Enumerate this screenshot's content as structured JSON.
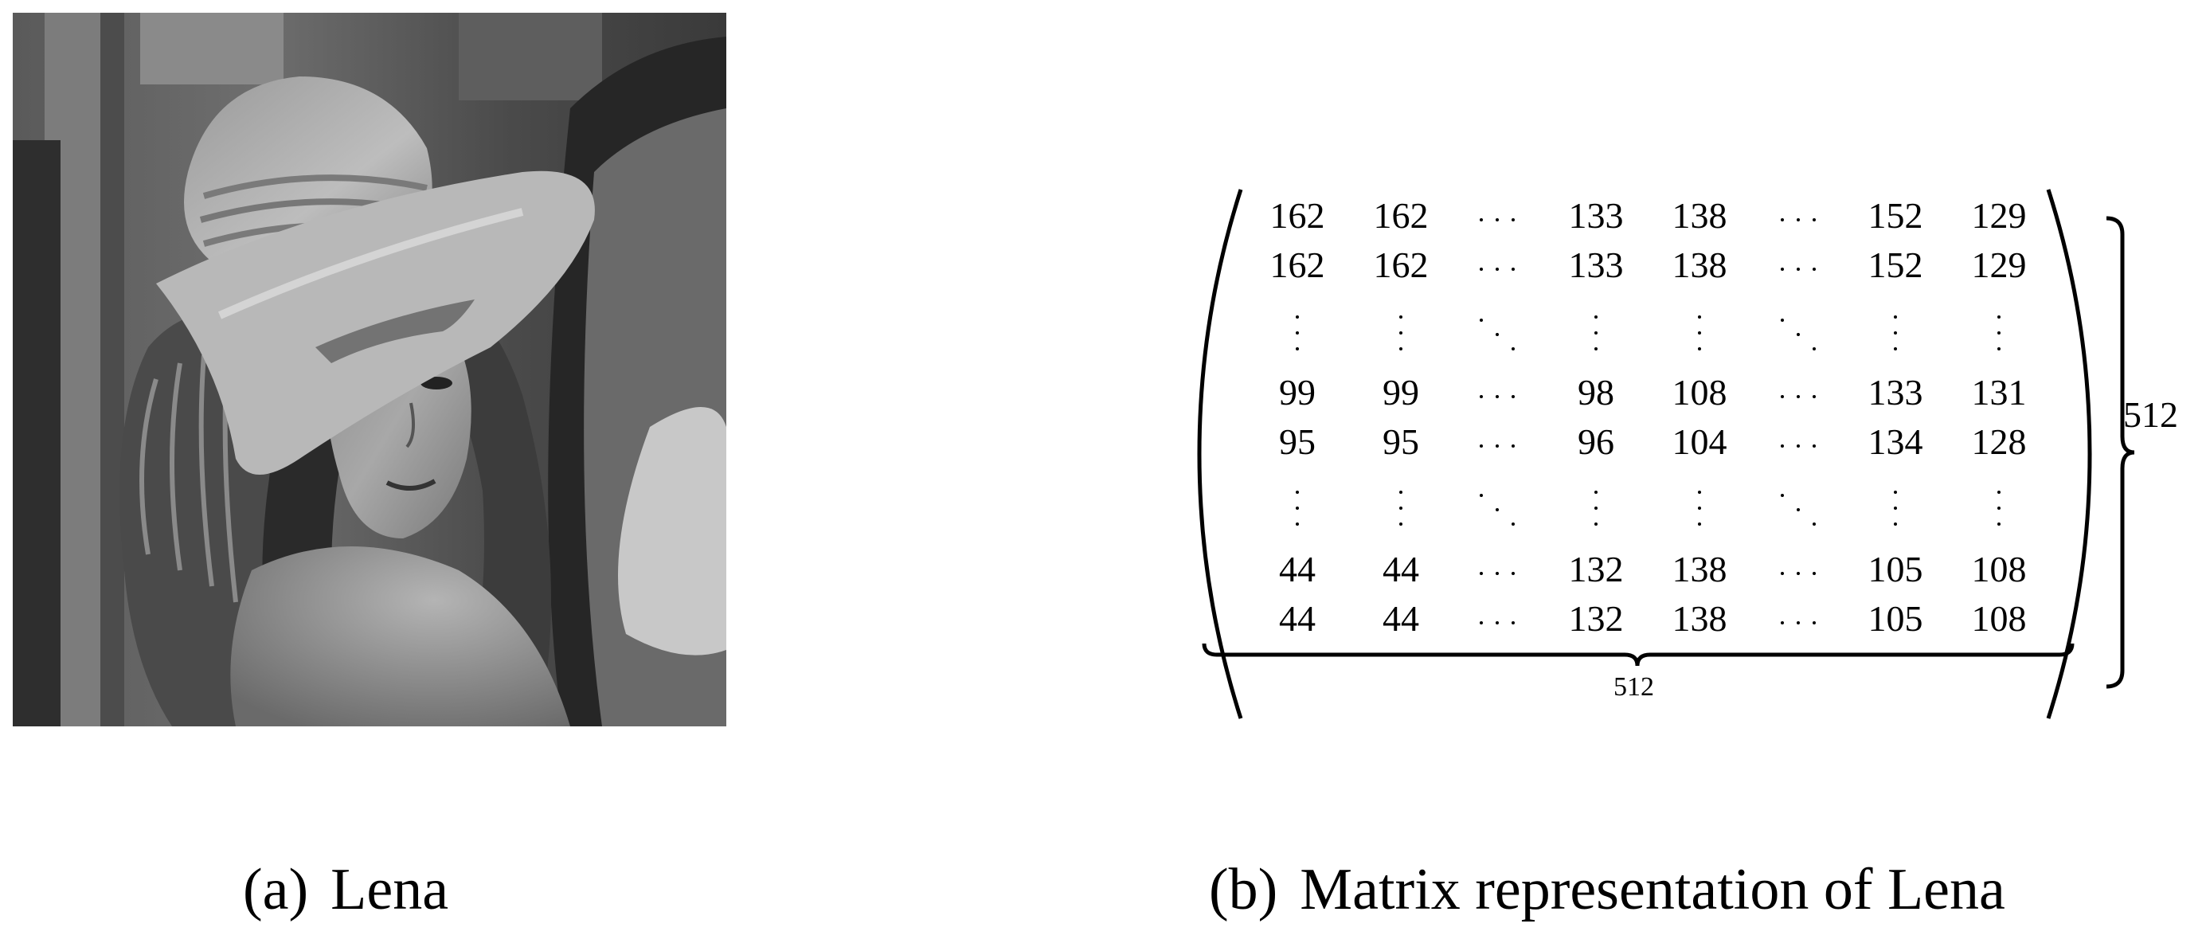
{
  "panel_a": {
    "caption_tag": "(a)",
    "caption_text": "Lena"
  },
  "panel_b": {
    "caption_tag": "(b)",
    "caption_text": "Matrix representation of Lena",
    "matrix": {
      "rows": [
        [
          "162",
          "162",
          "hdots",
          "133",
          "138",
          "hdots",
          "152",
          "129"
        ],
        [
          "162",
          "162",
          "hdots",
          "133",
          "138",
          "hdots",
          "152",
          "129"
        ],
        [
          "vdots",
          "vdots",
          "ddots",
          "vdots",
          "vdots",
          "ddots",
          "vdots",
          "vdots"
        ],
        [
          "99",
          "99",
          "hdots",
          "98",
          "108",
          "hdots",
          "133",
          "131"
        ],
        [
          "95",
          "95",
          "hdots",
          "96",
          "104",
          "hdots",
          "134",
          "128"
        ],
        [
          "vdots",
          "vdots",
          "ddots",
          "vdots",
          "vdots",
          "ddots",
          "vdots",
          "vdots"
        ],
        [
          "44",
          "44",
          "hdots",
          "132",
          "138",
          "hdots",
          "105",
          "108"
        ],
        [
          "44",
          "44",
          "hdots",
          "132",
          "138",
          "hdots",
          "105",
          "108"
        ]
      ],
      "rows_label": "512",
      "cols_label": "512"
    }
  }
}
